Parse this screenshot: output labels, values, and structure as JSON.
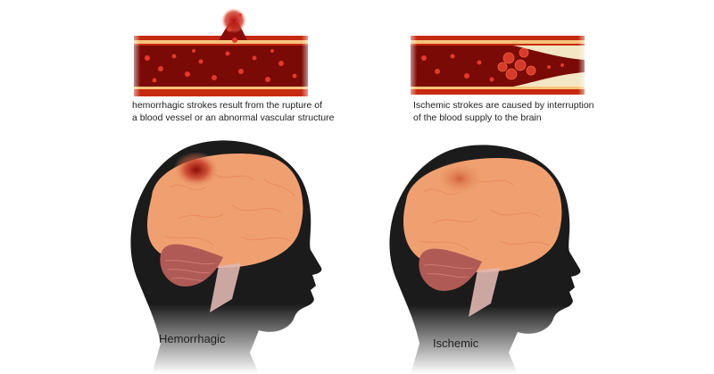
{
  "hemorrhagic": {
    "caption_line1": "hemorrhagic strokes result from the rupture of",
    "caption_line2": "a blood vessel or an abnormal vascular structure",
    "label": "Hemorrhagic"
  },
  "ischemic": {
    "caption_line1": "Ischemic strokes are caused by interruption",
    "caption_line2": "of the blood supply to the brain",
    "label": "Ischemic"
  },
  "colors": {
    "vessel_wall": "#c62a10",
    "vessel_stripe": "#f6c37a",
    "blood": "#7a0a06",
    "brain": "#f0a070",
    "head": "#1b1b1b",
    "plaque": "#f3e6c4"
  }
}
